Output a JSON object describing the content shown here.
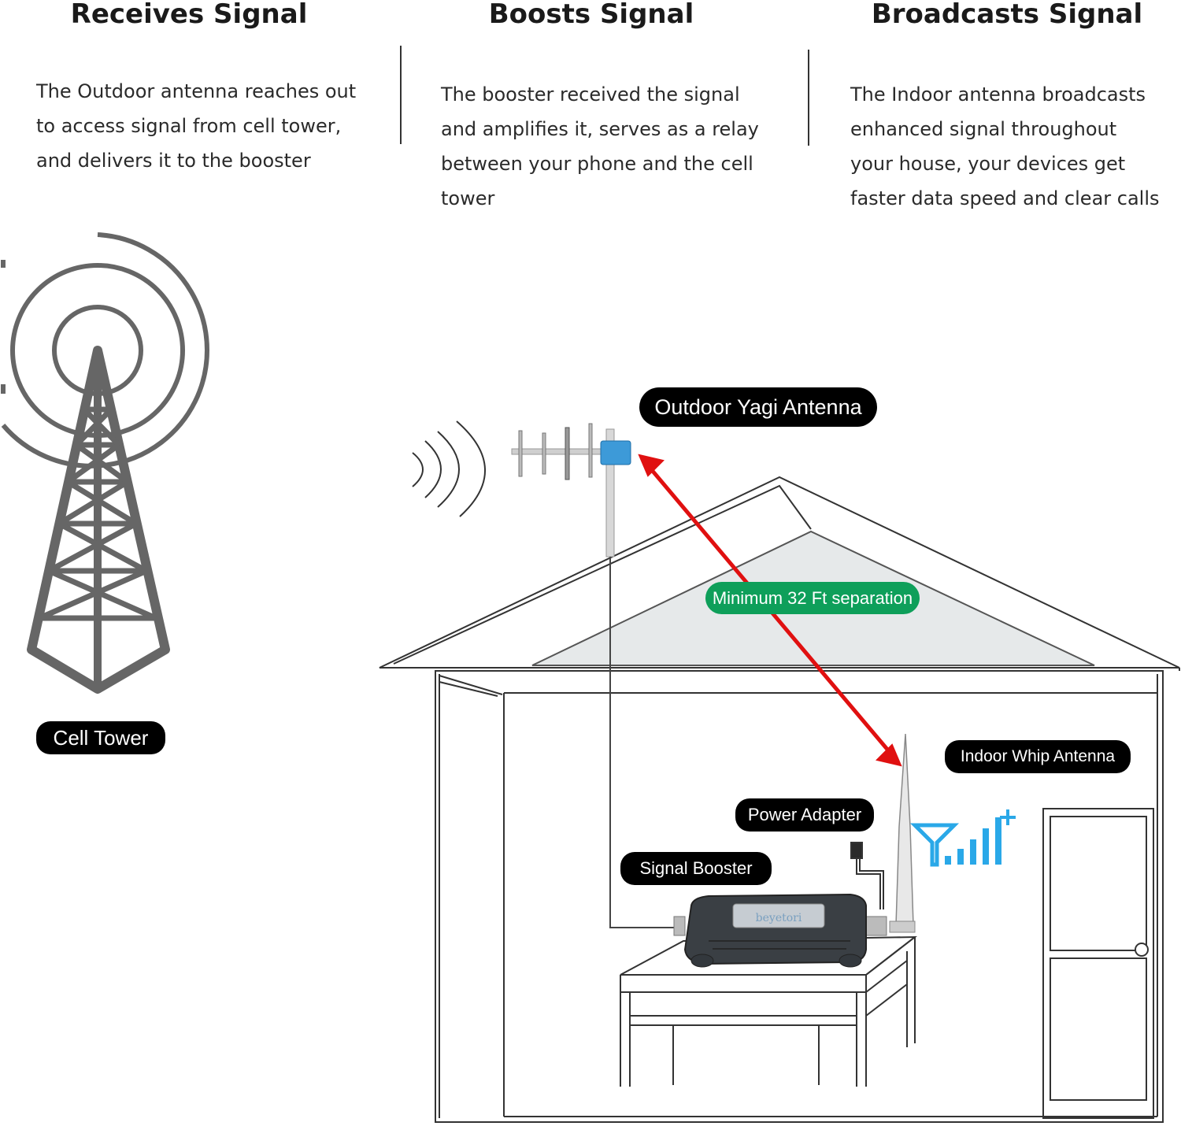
{
  "columns": [
    {
      "title": "Receives Signal",
      "lines": [
        "The Outdoor antenna reaches out",
        "to access signal from cell tower,",
        "and delivers it to the booster"
      ]
    },
    {
      "title": "Boosts Signal",
      "lines": [
        "The booster received the signal",
        "and amplifies it, serves as a relay",
        "between your phone and the cell",
        "tower"
      ]
    },
    {
      "title": "Broadcasts Signal",
      "lines": [
        "The Indoor antenna broadcasts",
        "enhanced signal throughout",
        "your house, your devices get",
        "faster data speed and clear calls"
      ]
    }
  ],
  "labels": {
    "cell_tower": "Cell Tower",
    "outdoor_antenna": "Outdoor Yagi Antenna",
    "separation": "Minimum 32 Ft separation",
    "indoor_antenna": "Indoor Whip Antenna",
    "power_adapter": "Power Adapter",
    "signal_booster": "Signal Booster",
    "booster_brand": "beyetori"
  },
  "colors": {
    "tower": "#666666",
    "separation_arrow": "#e01010",
    "separation_badge": "#0e9f5a",
    "signal_icon": "#2aa8e8",
    "booster_body": "#3a3f44"
  },
  "icons": [
    "broadcast-waves-icon",
    "cell-tower-icon",
    "signal-bars-icon"
  ]
}
